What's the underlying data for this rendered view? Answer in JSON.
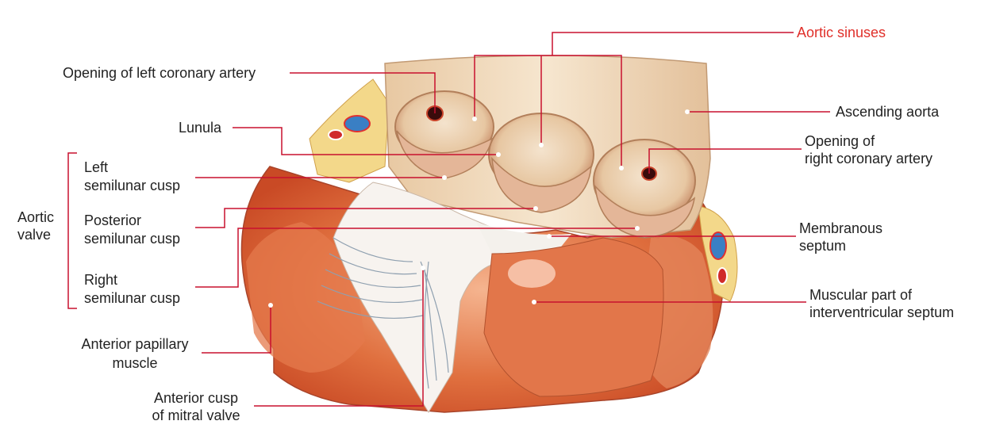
{
  "labels": {
    "aortic_sinuses": "Aortic sinuses",
    "opening_left_coronary": "Opening of left coronary artery",
    "ascending_aorta": "Ascending aorta",
    "lunula": "Lunula",
    "opening_right_coronary_1": "Opening of",
    "opening_right_coronary_2": "right coronary artery",
    "left_cusp_1": "Left",
    "left_cusp_2": "semilunar cusp",
    "aortic_valve_1": "Aortic",
    "aortic_valve_2": "valve",
    "posterior_cusp_1": "Posterior",
    "posterior_cusp_2": "semilunar cusp",
    "membranous_1": "Membranous",
    "membranous_2": "septum",
    "right_cusp_1": "Right",
    "right_cusp_2": "semilunar cusp",
    "muscular_1": "Muscular part of",
    "muscular_2": "interventricular septum",
    "ant_papillary_1": "Anterior papillary",
    "ant_papillary_2": "muscle",
    "ant_cusp_1": "Anterior cusp",
    "ant_cusp_2": "of mitral valve"
  },
  "colors": {
    "leader_line": "#c8102e",
    "highlight_label": "#e0302a",
    "muscle": "#d9623a",
    "tissue_light": "#f2d9c0",
    "valve_cusp": "#ecd2b4"
  }
}
